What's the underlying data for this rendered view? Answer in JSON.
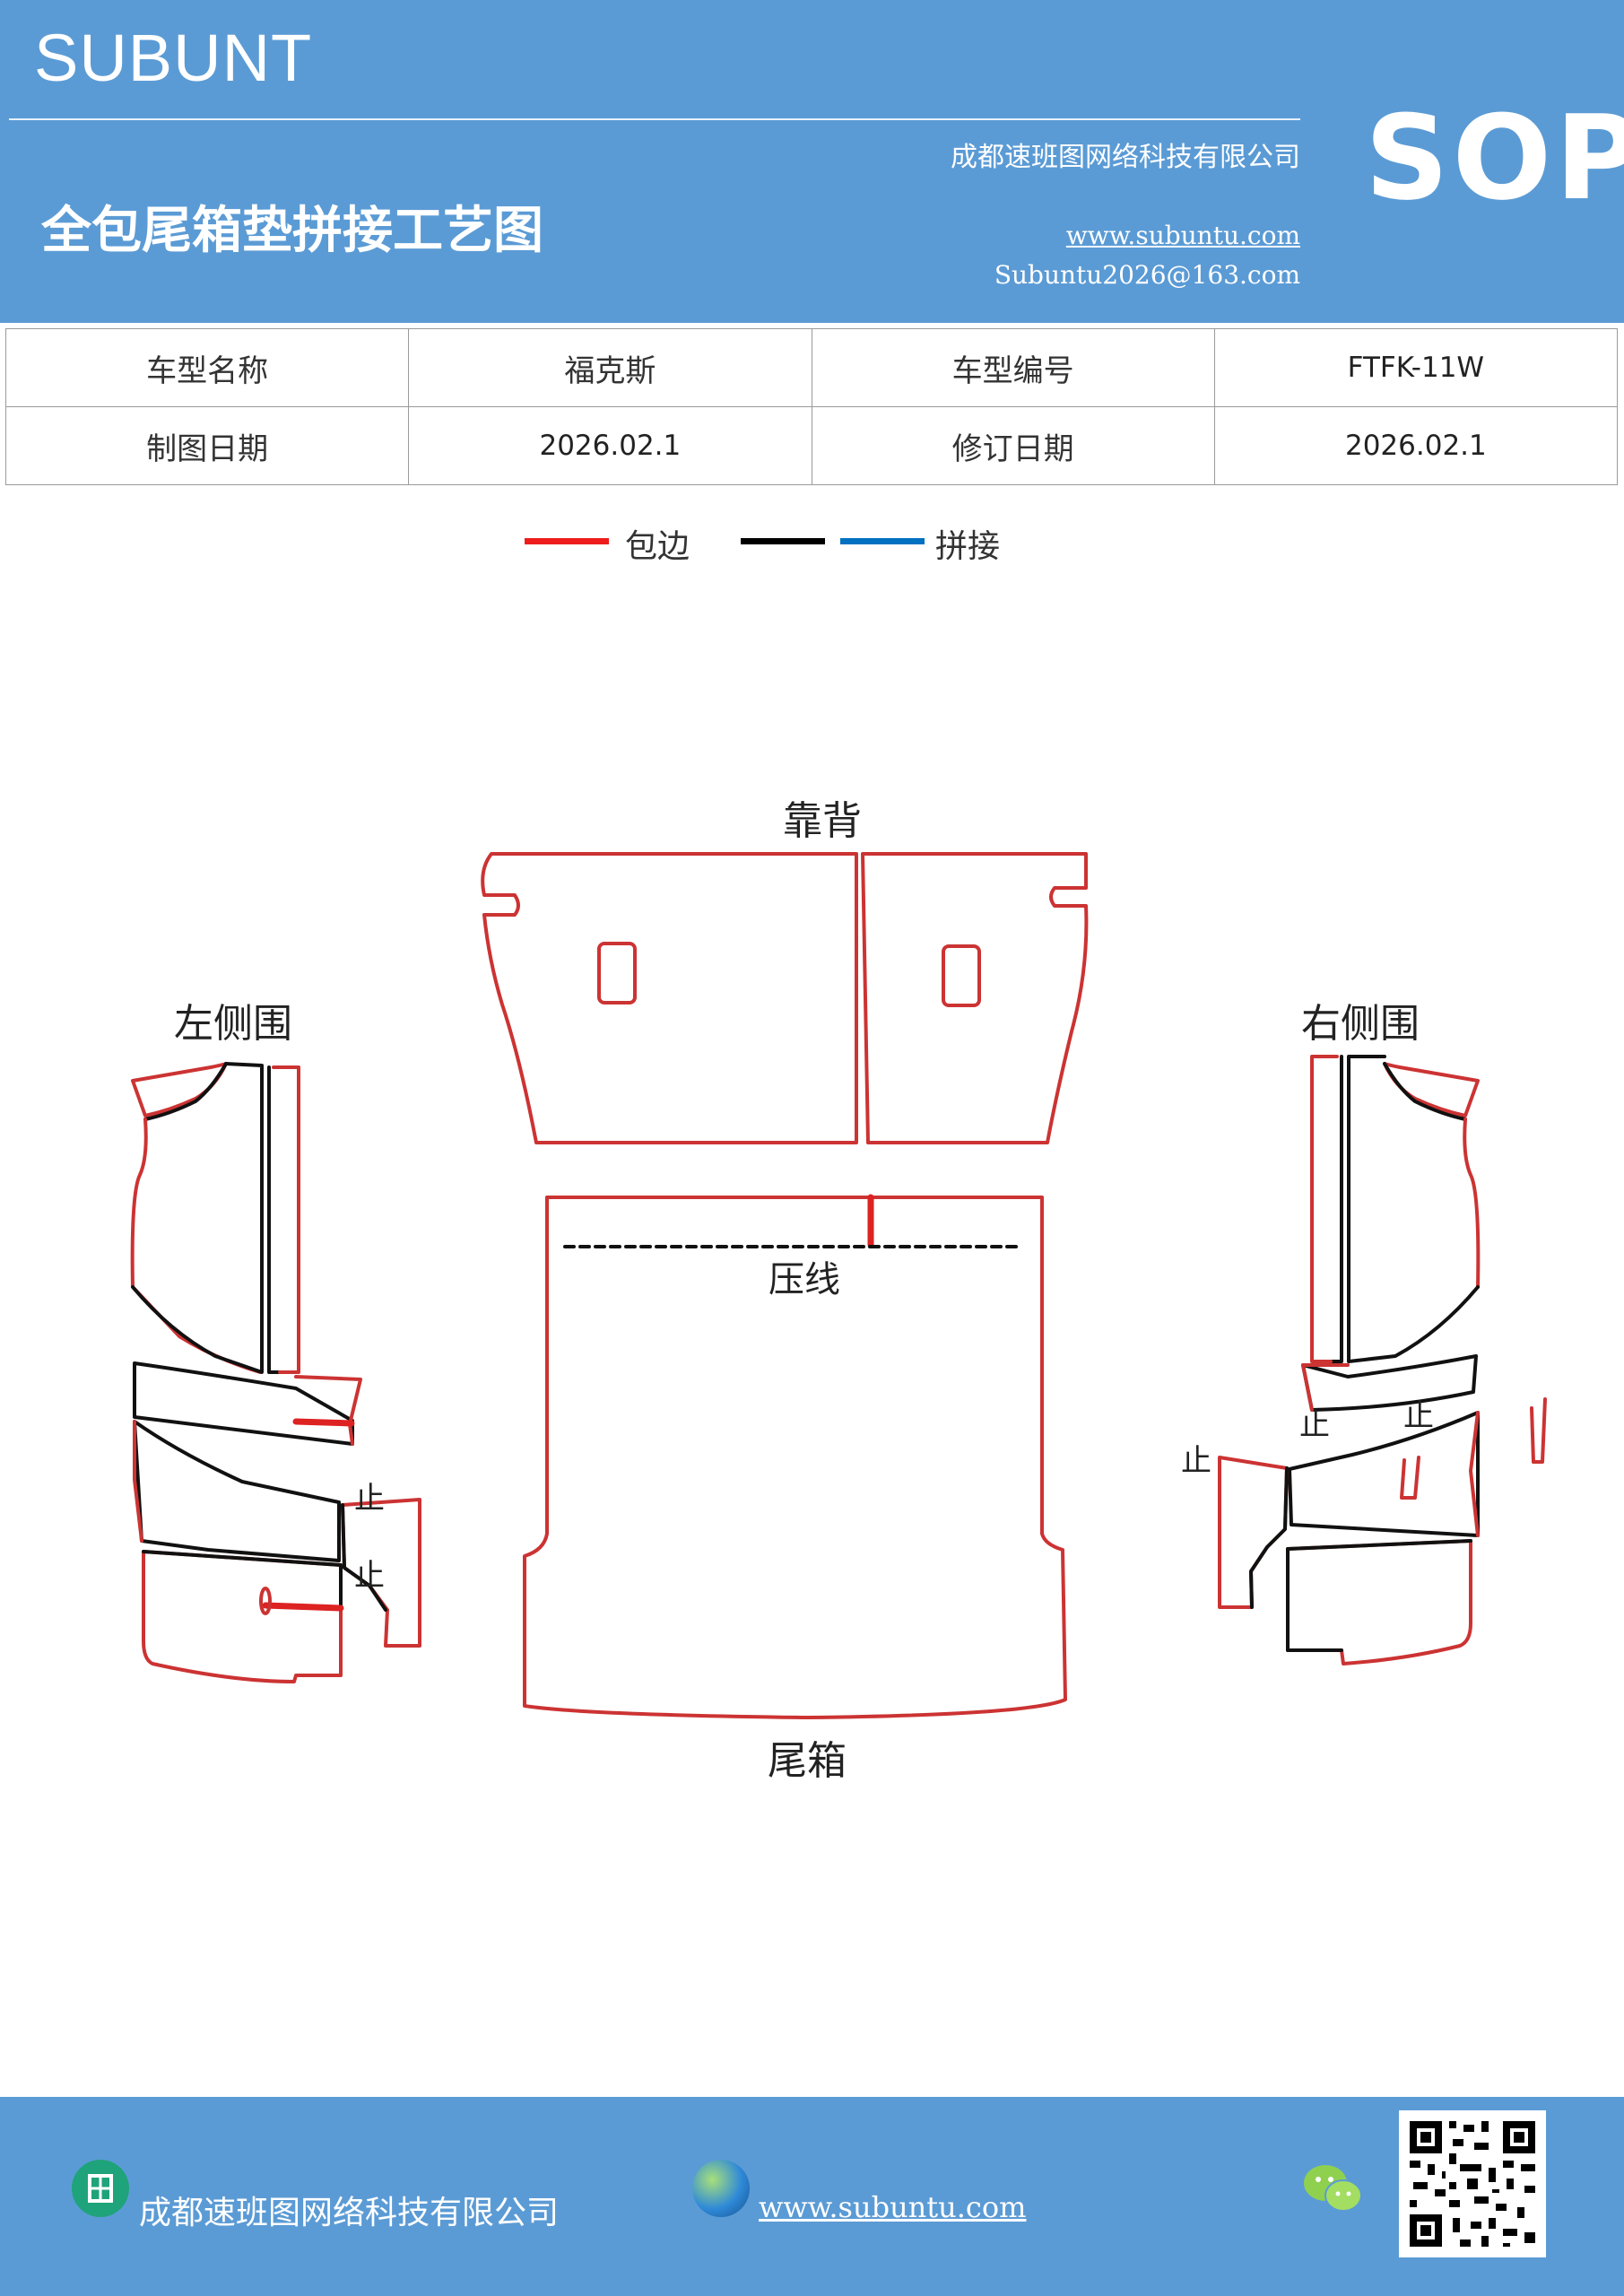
{
  "header": {
    "brand": "SUBUNT",
    "company": "成都速班图网络科技有限公司",
    "title": "全包尾箱垫拼接工艺图",
    "website": "www.subuntu.com",
    "email": "Subuntu2026@163.com",
    "badge": "SOP"
  },
  "info_table": {
    "rows": [
      {
        "label1": "车型名称",
        "value1": "福克斯",
        "label2": "车型编号",
        "value2": "FTFK-11W"
      },
      {
        "label1": "制图日期",
        "value1": "2026.02.1",
        "label2": "修订日期",
        "value2": "2026.02.1"
      }
    ]
  },
  "legend": {
    "items": [
      {
        "color": "#ee1c1c",
        "label": "包边"
      },
      {
        "color": "#000000",
        "label": ""
      },
      {
        "color": "#0070c0",
        "label": "拼接"
      }
    ]
  },
  "diagram": {
    "labels": {
      "backrest": "靠背",
      "left_side": "左侧围",
      "right_side": "右侧围",
      "press_line": "压线",
      "trunk": "尾箱"
    },
    "stop_mark": "止",
    "colors": {
      "edge": "#cc3333",
      "seam": "#111111"
    }
  },
  "footer": {
    "company": "成都速班图网络科技有限公司",
    "website": "www.subuntu.com",
    "icons": [
      "building-icon",
      "globe-icon",
      "wechat-icon",
      "qr-code"
    ]
  },
  "colors": {
    "header_bg": "#5b9bd5",
    "footer_bg": "#5b9bd5"
  }
}
